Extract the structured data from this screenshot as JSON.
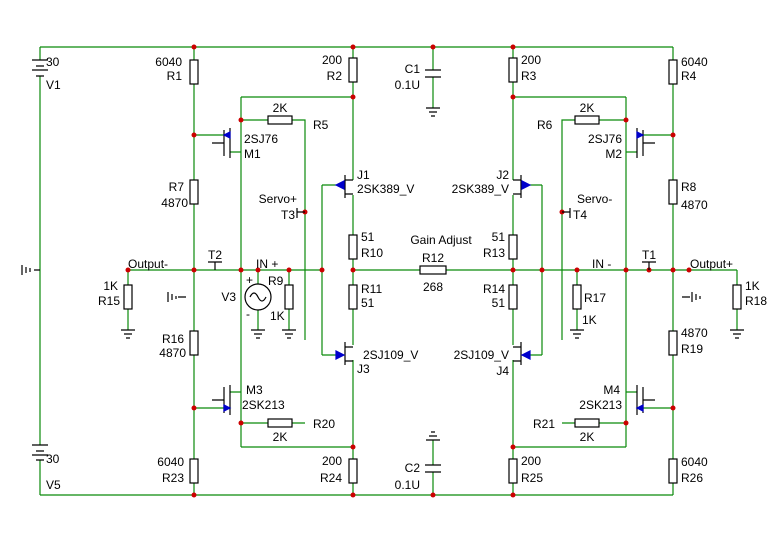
{
  "sources": {
    "v1": {
      "name": "V1",
      "value": "30"
    },
    "v5": {
      "name": "V5",
      "value": "30"
    },
    "v3": {
      "name": "V3"
    }
  },
  "resistors": {
    "r1": {
      "name": "R1",
      "value": "6040"
    },
    "r2": {
      "name": "R2",
      "value": "200"
    },
    "r3": {
      "name": "R3",
      "value": "200"
    },
    "r4": {
      "name": "R4",
      "value": "6040"
    },
    "r5": {
      "name": "R5",
      "value": "2K"
    },
    "r6": {
      "name": "R6",
      "value": "2K"
    },
    "r7": {
      "name": "R7",
      "value": "4870"
    },
    "r8": {
      "name": "R8",
      "value": "4870"
    },
    "r9": {
      "name": "R9",
      "value": "1K"
    },
    "r10": {
      "name": "R10",
      "value": "51"
    },
    "r11": {
      "name": "R11",
      "value": "51"
    },
    "r12": {
      "name": "R12",
      "value": "268",
      "label": "Gain Adjust"
    },
    "r13": {
      "name": "R13",
      "value": "51"
    },
    "r14": {
      "name": "R14",
      "value": "51"
    },
    "r15": {
      "name": "R15",
      "value": "1K"
    },
    "r16": {
      "name": "R16",
      "value": "4870"
    },
    "r17": {
      "name": "R17",
      "value": "1K"
    },
    "r18": {
      "name": "R18",
      "value": "1K"
    },
    "r19": {
      "name": "R19",
      "value": "4870"
    },
    "r20": {
      "name": "R20",
      "value": "2K"
    },
    "r21": {
      "name": "R21",
      "value": "2K"
    },
    "r23": {
      "name": "R23",
      "value": "6040"
    },
    "r24": {
      "name": "R24",
      "value": "200"
    },
    "r25": {
      "name": "R25",
      "value": "200"
    },
    "r26": {
      "name": "R26",
      "value": "6040"
    }
  },
  "capacitors": {
    "c1": {
      "name": "C1",
      "value": "0.1U"
    },
    "c2": {
      "name": "C2",
      "value": "0.1U"
    }
  },
  "transistors": {
    "m1": {
      "name": "M1",
      "part": "2SJ76"
    },
    "m2": {
      "name": "M2",
      "part": "2SJ76"
    },
    "m3": {
      "name": "M3",
      "part": "2SK213"
    },
    "m4": {
      "name": "M4",
      "part": "2SK213"
    },
    "j1": {
      "name": "J1",
      "part": "2SK389_V"
    },
    "j2": {
      "name": "J2",
      "part": "2SK389_V"
    },
    "j3": {
      "name": "J3",
      "part": "2SJ109_V"
    },
    "j4": {
      "name": "J4",
      "part": "2SJ109_V"
    }
  },
  "test_points": {
    "t1": "T1",
    "t2": "T2",
    "t3": "T3",
    "t4": "T4"
  },
  "nets": {
    "output_minus": "Output-",
    "output_plus": "Output+",
    "in_plus": "IN +",
    "in_minus": "IN -",
    "servo_plus": "Servo+",
    "servo_minus": "Servo-"
  },
  "colors": {
    "wire": "#0a8a0a",
    "junction": "#cc0000",
    "arrow": "#0000cc",
    "component": "#000000"
  }
}
